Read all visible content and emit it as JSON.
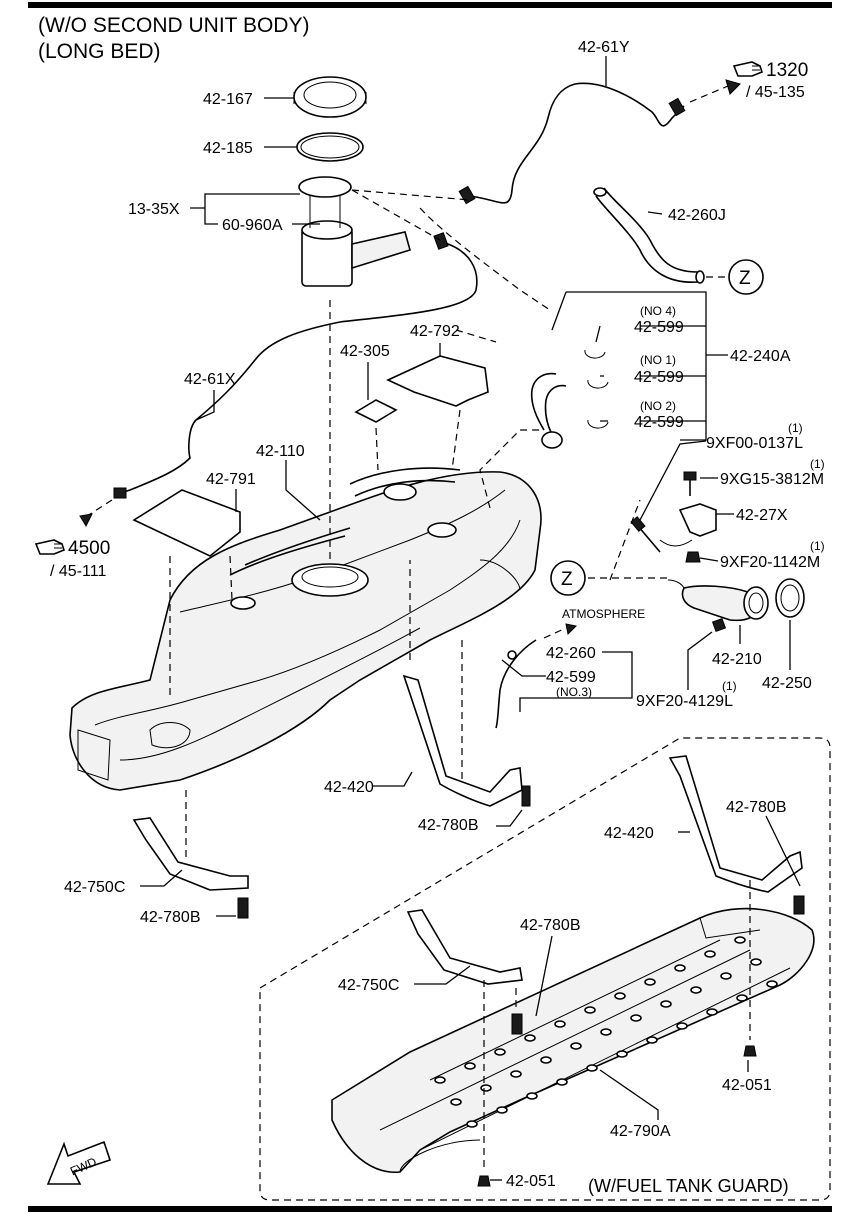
{
  "header": {
    "line1": "(W/O SECOND UNIT BODY)",
    "line2": "(LONG BED)"
  },
  "refs": {
    "r1320": {
      "num": "1320",
      "sub": "/ 45-135"
    },
    "r4500": {
      "num": "4500",
      "sub": "/ 45-111"
    }
  },
  "callouts": {
    "c42_167": "42-167",
    "c42_185": "42-185",
    "c13_35x": "13-35X",
    "c60_960a": "60-960A",
    "c42_61y": "42-61Y",
    "c42_260j": "42-260J",
    "c42_61x": "42-61X",
    "c42_792": "42-792",
    "c42_305": "42-305",
    "c42_110": "42-110",
    "c42_791": "42-791",
    "c42_240a": "42-240A",
    "no4": "(NO 4)",
    "no1": "(NO 1)",
    "no2": "(NO 2)",
    "c42_599_a": "42-599",
    "c42_599_b": "42-599",
    "c42_599_c": "42-599",
    "c9xf00": "9XF00-0137L",
    "c9xg15": "9XG15-3812M",
    "c42_27x": "42-27X",
    "c9xf20_1142": "9XF20-1142M",
    "q1": "(1)",
    "q2": "(1)",
    "q3": "(1)",
    "q4": "(1)",
    "z1": "Z",
    "z2": "Z",
    "atmosphere": "ATMOSPHERE",
    "c42_260": "42-260",
    "c42_599_d": "42-599",
    "no3": "(NO.3)",
    "c42_210": "42-210",
    "c42_250": "42-250",
    "c9xf20_4129": "9XF20-4129L",
    "c42_420_a": "42-420",
    "c42_780b_a": "42-780B",
    "c42_750c_a": "42-750C",
    "c42_780b_b": "42-780B",
    "c42_420_b": "42-420",
    "c42_780b_c": "42-780B",
    "c42_780b_d": "42-780B",
    "c42_750c_b": "42-750C",
    "c42_051_a": "42-051",
    "c42_790a": "42-790A",
    "c42_051_b": "42-051",
    "guard": "(W/FUEL TANK GUARD)",
    "fwd": "FWD"
  }
}
